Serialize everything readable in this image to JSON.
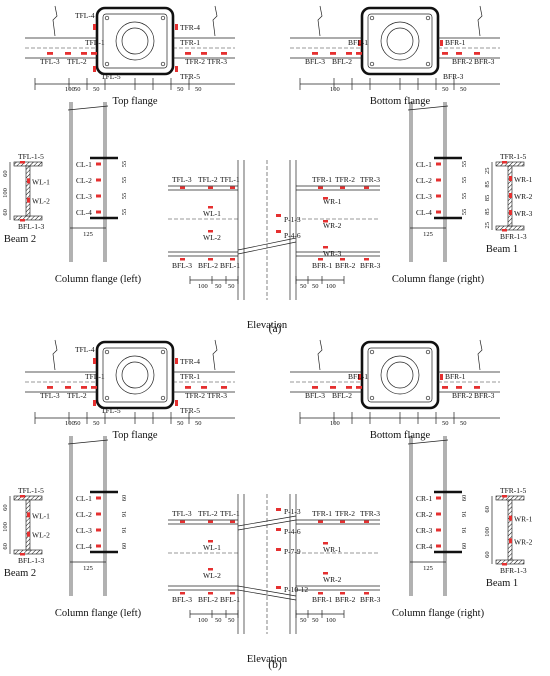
{
  "part_a": {
    "panel_label": "(a)",
    "top_flange": {
      "caption": "Top flange",
      "labels": [
        "TFL-4",
        "TFL-1",
        "TFL-3",
        "TFL-2",
        "TFL-5",
        "TFR-4",
        "TFR-1",
        "TFR-2",
        "TFR-3",
        "TFR-5"
      ],
      "dims": [
        "100",
        "50",
        "50",
        "50",
        "50"
      ]
    },
    "bottom_flange": {
      "caption": "Bottom flange",
      "labels": [
        "BFL-1",
        "BFL-3",
        "BFL-2",
        "BFR-1",
        "BFR-2",
        "BFR-3",
        "BFR-3"
      ],
      "dims": [
        "100",
        "50",
        "50",
        "50",
        "50"
      ]
    },
    "beam_left": {
      "caption": "Beam 2",
      "labels": [
        "TFL-1-5",
        "WL-1",
        "WL-2",
        "BFL-1-3"
      ],
      "dims": [
        "60",
        "100",
        "60"
      ]
    },
    "column_left": {
      "caption": "Column flange (left)",
      "labels": [
        "CL-1",
        "CL-2",
        "CL-3",
        "CL-4"
      ],
      "dims": [
        "55",
        "55",
        "55",
        "55",
        "125"
      ]
    },
    "elevation": {
      "caption": "Elevation",
      "labels": [
        "TFL-3",
        "TFL-2",
        "TFL-1",
        "TFR-1",
        "TFR-2",
        "TFR-3",
        "WL-1",
        "WR-1",
        "WR-2",
        "WL-2",
        "WR-3",
        "P-1-3",
        "P-4-6",
        "BFL-3",
        "BFL-2",
        "BFL-1",
        "BFR-1",
        "BFR-2",
        "BFR-3"
      ],
      "dims": [
        "100",
        "50",
        "50",
        "50",
        "50",
        "100"
      ]
    },
    "column_right": {
      "caption": "Column flange (right)",
      "labels": [
        "CL-1",
        "CL-2",
        "CL-3",
        "CL-4"
      ],
      "dims": [
        "55",
        "55",
        "55",
        "55",
        "125"
      ]
    },
    "beam_right": {
      "caption": "Beam 1",
      "labels": [
        "TFR-1-5",
        "WR-1",
        "WR-2",
        "WR-3",
        "BFR-1-3"
      ],
      "dims": [
        "25",
        "85",
        "85",
        "85",
        "25"
      ]
    }
  },
  "part_b": {
    "panel_label": "(b)",
    "top_flange": {
      "caption": "Top flange",
      "labels": [
        "TFL-4",
        "TFL-1",
        "TFL-3",
        "TFL-2",
        "TFL-5",
        "TFR-4",
        "TFR-1",
        "TFR-2",
        "TFR-3",
        "TFR-5"
      ],
      "dims": [
        "100",
        "50",
        "50",
        "50",
        "50"
      ]
    },
    "bottom_flange": {
      "caption": "Bottom flange",
      "labels": [
        "BFL-1",
        "BFL-3",
        "BFL-2",
        "BFR-1",
        "BFR-2",
        "BFR-3"
      ],
      "dims": [
        "100",
        "50",
        "50",
        "50",
        "50"
      ]
    },
    "beam_left": {
      "caption": "Beam 2",
      "labels": [
        "TFL-1-5",
        "WL-1",
        "WL-2",
        "BFL-1-3"
      ],
      "dims": [
        "60",
        "100",
        "60"
      ]
    },
    "column_left": {
      "caption": "Column flange (left)",
      "labels": [
        "CL-1",
        "CL-2",
        "CL-3",
        "CL-4"
      ],
      "dims": [
        "60",
        "91",
        "91",
        "60",
        "125"
      ]
    },
    "elevation": {
      "caption": "Elevation",
      "labels": [
        "TFL-3",
        "TFL-2",
        "TFL-1",
        "TFR-1",
        "TFR-2",
        "TFR-3",
        "WL-1",
        "WR-1",
        "WL-2",
        "WR-2",
        "P-1-3",
        "P-4-6",
        "P-7-9",
        "P-10-12",
        "BFL-3",
        "BFL-2",
        "BFL-1",
        "BFR-1",
        "BFR-2",
        "BFR-3"
      ],
      "dims": [
        "100",
        "50",
        "50",
        "50",
        "50",
        "100"
      ]
    },
    "column_right": {
      "caption": "Column flange (right)",
      "labels": [
        "CR-1",
        "CR-2",
        "CR-3",
        "CR-4"
      ],
      "dims": [
        "60",
        "91",
        "91",
        "60",
        "125"
      ]
    },
    "beam_right": {
      "caption": "Beam 1",
      "labels": [
        "TFR-1-5",
        "WR-1",
        "WR-2",
        "BFR-1-3"
      ],
      "dims": [
        "60",
        "100",
        "60"
      ]
    }
  },
  "colors": {
    "gauge": "#e53030",
    "line": "#222222"
  }
}
